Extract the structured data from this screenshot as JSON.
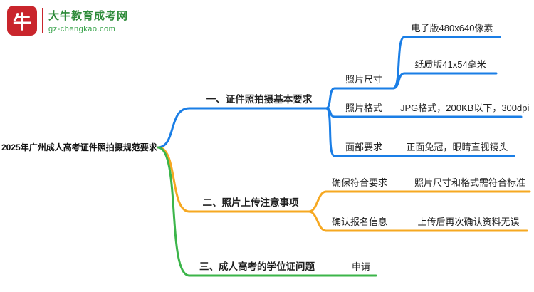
{
  "logo": {
    "brand": "大牛教育成考网",
    "domain": "gz-chengkao.com",
    "icon_glyph": "牛",
    "accent_red": "#c9252c",
    "brand_green": "#2e8b3a"
  },
  "root": {
    "label": "2025年广州成人高考证件照拍摄规范要求"
  },
  "branches": [
    {
      "label": "一、证件照拍摄基本要求",
      "color": "#1a7ee6",
      "children": [
        {
          "label": "照片尺寸",
          "children": [
            {
              "label": "电子版480x640像素"
            },
            {
              "label": "纸质版41x54毫米"
            }
          ]
        },
        {
          "label": "照片格式",
          "children": [
            {
              "label": "JPG格式，200KB以下，300dpi"
            }
          ]
        },
        {
          "label": "面部要求",
          "children": [
            {
              "label": "正面免冠，眼睛直视镜头"
            }
          ]
        }
      ]
    },
    {
      "label": "二、照片上传注意事项",
      "color": "#f6a821",
      "children": [
        {
          "label": "确保符合要求",
          "children": [
            {
              "label": "照片尺寸和格式需符合标准"
            }
          ]
        },
        {
          "label": "确认报名信息",
          "children": [
            {
              "label": "上传后再次确认资料无误"
            }
          ]
        }
      ]
    },
    {
      "label": "三、成人高考的学位证问题",
      "color": "#3cb54a",
      "children": [
        {
          "label": "申请",
          "children": []
        }
      ]
    }
  ]
}
